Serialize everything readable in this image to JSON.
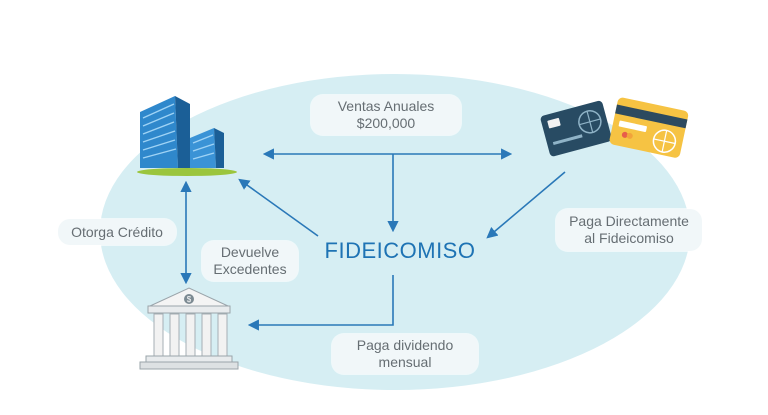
{
  "center": {
    "title": "FIDEICOMISO"
  },
  "labels": {
    "ventas_line1": "Ventas Anuales",
    "ventas_line2": "$200,000",
    "otorga": "Otorga Crédito",
    "devuelve_line1": "Devuelve",
    "devuelve_line2": "Excedentes",
    "paga_directo_line1": "Paga Directamente",
    "paga_directo_line2": "al Fideicomiso",
    "dividendo_line1": "Paga dividendo",
    "dividendo_line2": "mensual"
  },
  "icons": {
    "company": "office-buildings-icon",
    "cards": "credit-cards-icon",
    "bank": "bank-icon"
  },
  "colors": {
    "background_ellipse": "#d6eef3",
    "arrow": "#2a78b8",
    "title": "#1e73b4",
    "label_text": "#666e73",
    "label_bg": "#f1f7f9"
  }
}
